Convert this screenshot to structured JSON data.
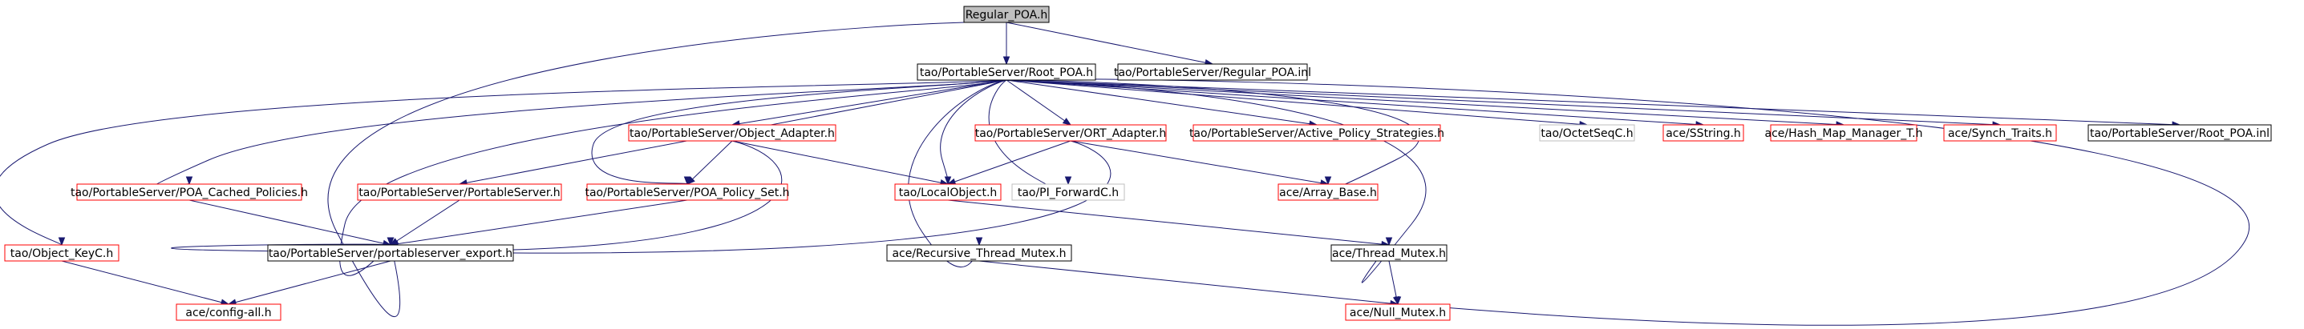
{
  "colors": {
    "root_fill": "#bfbfbf",
    "border_black": "#000000",
    "border_red": "#ff0000",
    "border_gray": "#bfbfbf",
    "edge": "#191970"
  },
  "nodes": [
    {
      "id": "regular_poa_h",
      "label": "Regular_POA.h",
      "border": "black",
      "filled": true
    },
    {
      "id": "root_poa_h",
      "label": "tao/PortableServer/Root_POA.h",
      "border": "black"
    },
    {
      "id": "regular_poa_inl",
      "label": "tao/PortableServer/Regular_POA.inl",
      "border": "black"
    },
    {
      "id": "object_adapter_h",
      "label": "tao/PortableServer/Object_Adapter.h",
      "border": "red"
    },
    {
      "id": "ort_adapter_h",
      "label": "tao/PortableServer/ORT_Adapter.h",
      "border": "red"
    },
    {
      "id": "active_policy_h",
      "label": "tao/PortableServer/Active_Policy_Strategies.h",
      "border": "red"
    },
    {
      "id": "octetseqc_h",
      "label": "tao/OctetSeqC.h",
      "border": "gray"
    },
    {
      "id": "sstring_h",
      "label": "ace/SString.h",
      "border": "red"
    },
    {
      "id": "hash_map_h",
      "label": "ace/Hash_Map_Manager_T.h",
      "border": "red"
    },
    {
      "id": "synch_traits_h",
      "label": "ace/Synch_Traits.h",
      "border": "red"
    },
    {
      "id": "root_poa_inl",
      "label": "tao/PortableServer/Root_POA.inl",
      "border": "black"
    },
    {
      "id": "poa_cached_h",
      "label": "tao/PortableServer/POA_Cached_Policies.h",
      "border": "red"
    },
    {
      "id": "portableserver_h",
      "label": "tao/PortableServer/PortableServer.h",
      "border": "red"
    },
    {
      "id": "poa_policy_set_h",
      "label": "tao/PortableServer/POA_Policy_Set.h",
      "border": "red"
    },
    {
      "id": "localobject_h",
      "label": "tao/LocalObject.h",
      "border": "red"
    },
    {
      "id": "pi_forwardc_h",
      "label": "tao/PI_ForwardC.h",
      "border": "gray"
    },
    {
      "id": "array_base_h",
      "label": "ace/Array_Base.h",
      "border": "red"
    },
    {
      "id": "object_keyc_h",
      "label": "tao/Object_KeyC.h",
      "border": "red"
    },
    {
      "id": "ps_export_h",
      "label": "tao/PortableServer/portableserver_export.h",
      "border": "black"
    },
    {
      "id": "recursive_mutex_h",
      "label": "ace/Recursive_Thread_Mutex.h",
      "border": "black"
    },
    {
      "id": "thread_mutex_h",
      "label": "ace/Thread_Mutex.h",
      "border": "black"
    },
    {
      "id": "config_all_h",
      "label": "ace/config-all.h",
      "border": "red"
    },
    {
      "id": "null_mutex_h",
      "label": "ace/Null_Mutex.h",
      "border": "red"
    }
  ],
  "edges": [
    {
      "from": "regular_poa_h",
      "to": "root_poa_h"
    },
    {
      "from": "regular_poa_h",
      "to": "regular_poa_inl"
    },
    {
      "from": "regular_poa_h",
      "to": "ps_export_h"
    },
    {
      "from": "root_poa_h",
      "to": "object_adapter_h"
    },
    {
      "from": "root_poa_h",
      "to": "ort_adapter_h"
    },
    {
      "from": "root_poa_h",
      "to": "active_policy_h"
    },
    {
      "from": "root_poa_h",
      "to": "octetseqc_h"
    },
    {
      "from": "root_poa_h",
      "to": "sstring_h"
    },
    {
      "from": "root_poa_h",
      "to": "hash_map_h"
    },
    {
      "from": "root_poa_h",
      "to": "synch_traits_h"
    },
    {
      "from": "root_poa_h",
      "to": "root_poa_inl"
    },
    {
      "from": "root_poa_h",
      "to": "poa_cached_h"
    },
    {
      "from": "root_poa_h",
      "to": "portableserver_h"
    },
    {
      "from": "root_poa_h",
      "to": "poa_policy_set_h"
    },
    {
      "from": "root_poa_h",
      "to": "localobject_h"
    },
    {
      "from": "root_poa_h",
      "to": "pi_forwardc_h"
    },
    {
      "from": "root_poa_h",
      "to": "array_base_h"
    },
    {
      "from": "root_poa_h",
      "to": "object_keyc_h"
    },
    {
      "from": "root_poa_h",
      "to": "ps_export_h"
    },
    {
      "from": "root_poa_h",
      "to": "recursive_mutex_h"
    },
    {
      "from": "root_poa_h",
      "to": "thread_mutex_h"
    },
    {
      "from": "root_poa_h",
      "to": "null_mutex_h"
    },
    {
      "from": "object_adapter_h",
      "to": "poa_policy_set_h"
    },
    {
      "from": "object_adapter_h",
      "to": "localobject_h"
    },
    {
      "from": "object_adapter_h",
      "to": "ps_export_h"
    },
    {
      "from": "ort_adapter_h",
      "to": "localobject_h"
    },
    {
      "from": "ort_adapter_h",
      "to": "array_base_h"
    },
    {
      "from": "ort_adapter_h",
      "to": "ps_export_h"
    },
    {
      "from": "poa_cached_h",
      "to": "ps_export_h"
    },
    {
      "from": "portableserver_h",
      "to": "ps_export_h"
    },
    {
      "from": "poa_policy_set_h",
      "to": "ps_export_h"
    },
    {
      "from": "localobject_h",
      "to": "thread_mutex_h"
    },
    {
      "from": "object_keyc_h",
      "to": "config_all_h"
    },
    {
      "from": "ps_export_h",
      "to": "config_all_h"
    },
    {
      "from": "recursive_mutex_h",
      "to": "null_mutex_h"
    },
    {
      "from": "thread_mutex_h",
      "to": "null_mutex_h"
    }
  ]
}
